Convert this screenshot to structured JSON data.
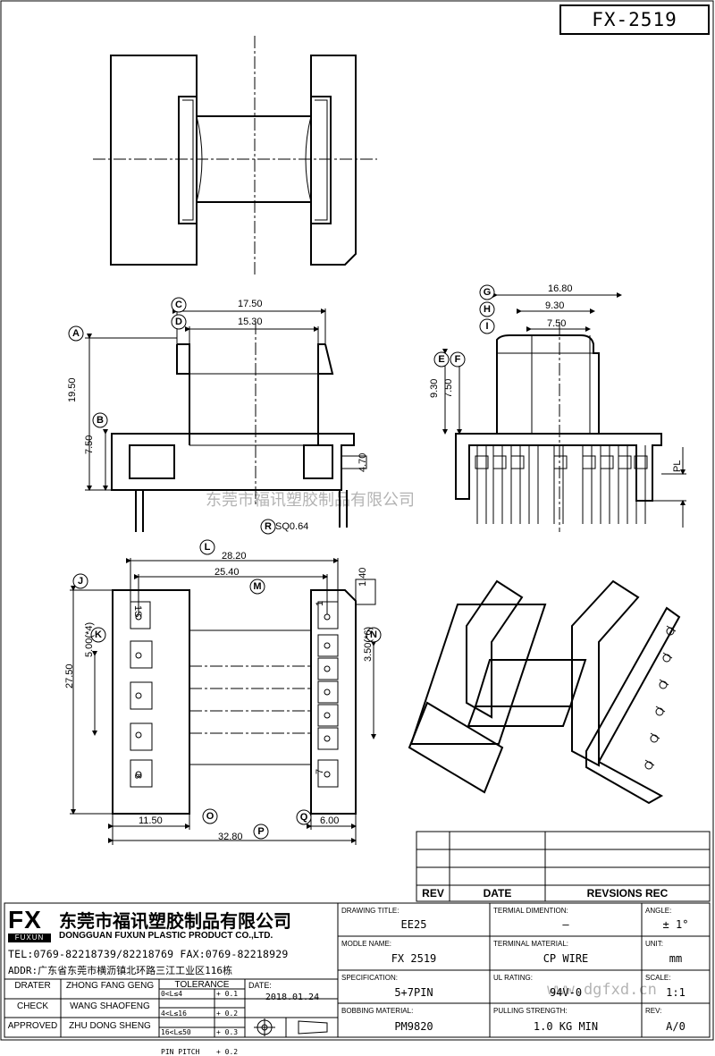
{
  "drawing_number": "FX-2519",
  "watermark": {
    "company_cn": "东莞市福讯塑胶制品有限公司",
    "website": "www.dgfxd.cn"
  },
  "dimensions": {
    "side_view": {
      "A": "19.50",
      "B": "7.50",
      "C": "17.50",
      "D": "15.30",
      "R": "SQ0.64",
      "R_letter": "R",
      "pin_len": "4.70"
    },
    "front_view": {
      "G": "16.80",
      "H": "9.30",
      "I": "7.50",
      "E": "9.30",
      "F": "7.50",
      "PL": "PL"
    },
    "bottom_view": {
      "L": "28.20",
      "M": "25.40",
      "J": "27.50",
      "K": "5.00(*4)",
      "N": "3.50(*6)",
      "O": "11.50",
      "Q": "6.00",
      "P": "32.80",
      "pin_w": "1.40"
    },
    "pin_labels": {
      "top_left": "1S",
      "top_right": "1",
      "bottom_left": "8",
      "bottom_right": "7"
    }
  },
  "callout_letters": [
    "A",
    "B",
    "C",
    "D",
    "E",
    "F",
    "G",
    "H",
    "I",
    "J",
    "K",
    "L",
    "M",
    "N",
    "O",
    "P",
    "Q",
    "R"
  ],
  "revision_table": {
    "headers": [
      "REV",
      "DATE",
      "REVSIONS REC"
    ]
  },
  "company": {
    "logo": "FX",
    "logo_sub": "FUXUN",
    "name_cn": "东莞市福讯塑胶制品有限公司",
    "name_en": "DONGGUAN FUXUN PLASTIC PRODUCT CO.,LTD.",
    "tel": "TEL:0769-82218739/82218769 FAX:0769-82218929",
    "addr": "ADDR:广东省东莞市横沥镇北环路三江工业区116栋"
  },
  "title_block": {
    "drawing_title_label": "DRAWING TITLE:",
    "drawing_title": "EE25",
    "model_label": "MODLE NAME:",
    "model": "FX 2519",
    "spec_label": "SPECIFICATION:",
    "spec": "5+7PIN",
    "bobbin_label": "BOBBING MATERIAL:",
    "bobbin": "PM9820",
    "term_dim_label": "TERMIAL DIMENTION:",
    "term_dim": "—",
    "term_mat_label": "TERMINAL MATERIAL:",
    "term_mat": "CP WIRE",
    "ul_label": "UL RATING:",
    "ul": "94V-0",
    "pull_label": "PULLING STRENGTH:",
    "pull": "1.0 KG MIN",
    "angle_label": "ANGLE:",
    "angle": "± 1°",
    "unit_label": "UNIT:",
    "unit": "mm",
    "scale_label": "SCALE:",
    "scale": "1:1",
    "rev_label": "REV:",
    "rev": "A/0",
    "drater_label": "DRATER",
    "drater": "ZHONG FANG GENG",
    "check_label": "CHECK",
    "check": "WANG SHAOFENG",
    "approved_label": "APPROVED",
    "approved": "ZHU DONG SHENG",
    "tolerance_label": "TOLERANCE",
    "tolerances": [
      {
        "range": "0<L≤4",
        "value": "+ 0.1"
      },
      {
        "range": "4<L≤16",
        "value": "+ 0.2"
      },
      {
        "range": "16<L≤50",
        "value": "+ 0.3"
      },
      {
        "range": "PIN PITCH",
        "value": "+ 0.2"
      }
    ],
    "date_label": "DATE:",
    "date": "2018.01.24"
  }
}
